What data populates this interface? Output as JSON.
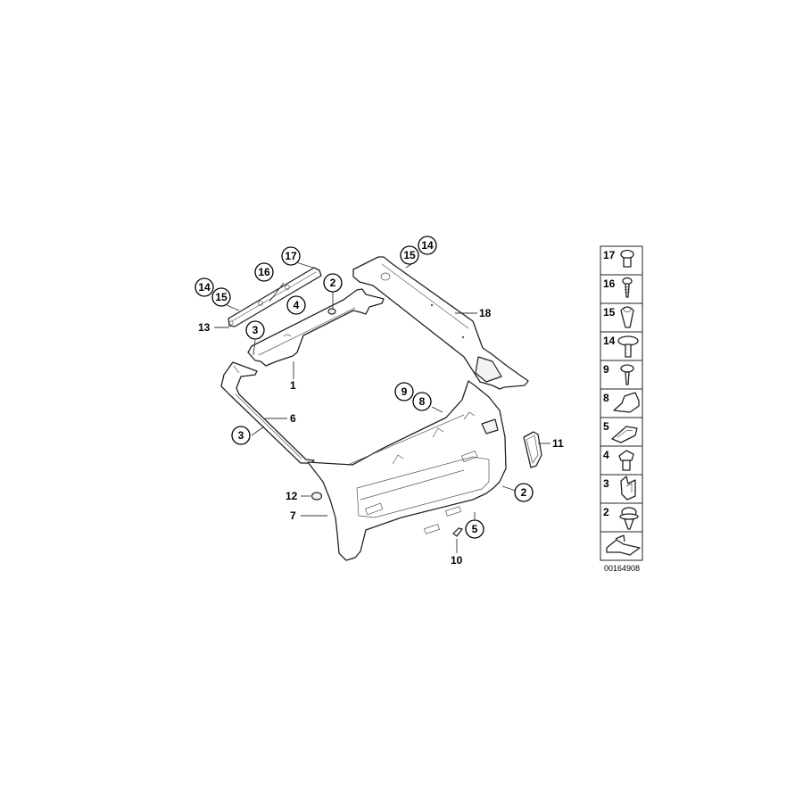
{
  "diagram": {
    "type": "exploded-parts-diagram",
    "diagram_id": "00164908",
    "callouts": [
      {
        "id": "c17",
        "label": "17",
        "circled": true
      },
      {
        "id": "c16",
        "label": "16",
        "circled": true
      },
      {
        "id": "c14a",
        "label": "14",
        "circled": true
      },
      {
        "id": "c15a",
        "label": "15",
        "circled": true
      },
      {
        "id": "c13",
        "label": "13",
        "circled": false
      },
      {
        "id": "c2a",
        "label": "2",
        "circled": true
      },
      {
        "id": "c4",
        "label": "4",
        "circled": true
      },
      {
        "id": "c3a",
        "label": "3",
        "circled": true
      },
      {
        "id": "c1",
        "label": "1",
        "circled": false
      },
      {
        "id": "c6",
        "label": "6",
        "circled": false
      },
      {
        "id": "c3b",
        "label": "3",
        "circled": true
      },
      {
        "id": "c15b",
        "label": "15",
        "circled": true
      },
      {
        "id": "c14b",
        "label": "14",
        "circled": true
      },
      {
        "id": "c18",
        "label": "18",
        "circled": false
      },
      {
        "id": "c9",
        "label": "9",
        "circled": true
      },
      {
        "id": "c8",
        "label": "8",
        "circled": true
      },
      {
        "id": "c11",
        "label": "11",
        "circled": false
      },
      {
        "id": "c2b",
        "label": "2",
        "circled": true
      },
      {
        "id": "c12",
        "label": "12",
        "circled": false
      },
      {
        "id": "c7",
        "label": "7",
        "circled": false
      },
      {
        "id": "c5",
        "label": "5",
        "circled": true
      },
      {
        "id": "c10",
        "label": "10",
        "circled": false
      }
    ],
    "legend": [
      {
        "number": "17",
        "part": "expanding-rivet"
      },
      {
        "number": "16",
        "part": "screw"
      },
      {
        "number": "15",
        "part": "expanding-nut"
      },
      {
        "number": "14",
        "part": "dome-rivet"
      },
      {
        "number": "9",
        "part": "collar-screw"
      },
      {
        "number": "8",
        "part": "clip-bracket"
      },
      {
        "number": "5",
        "part": "pad"
      },
      {
        "number": "4",
        "part": "clip-nut"
      },
      {
        "number": "3",
        "part": "spring-clip"
      },
      {
        "number": "2",
        "part": "expanding-clip"
      }
    ]
  }
}
